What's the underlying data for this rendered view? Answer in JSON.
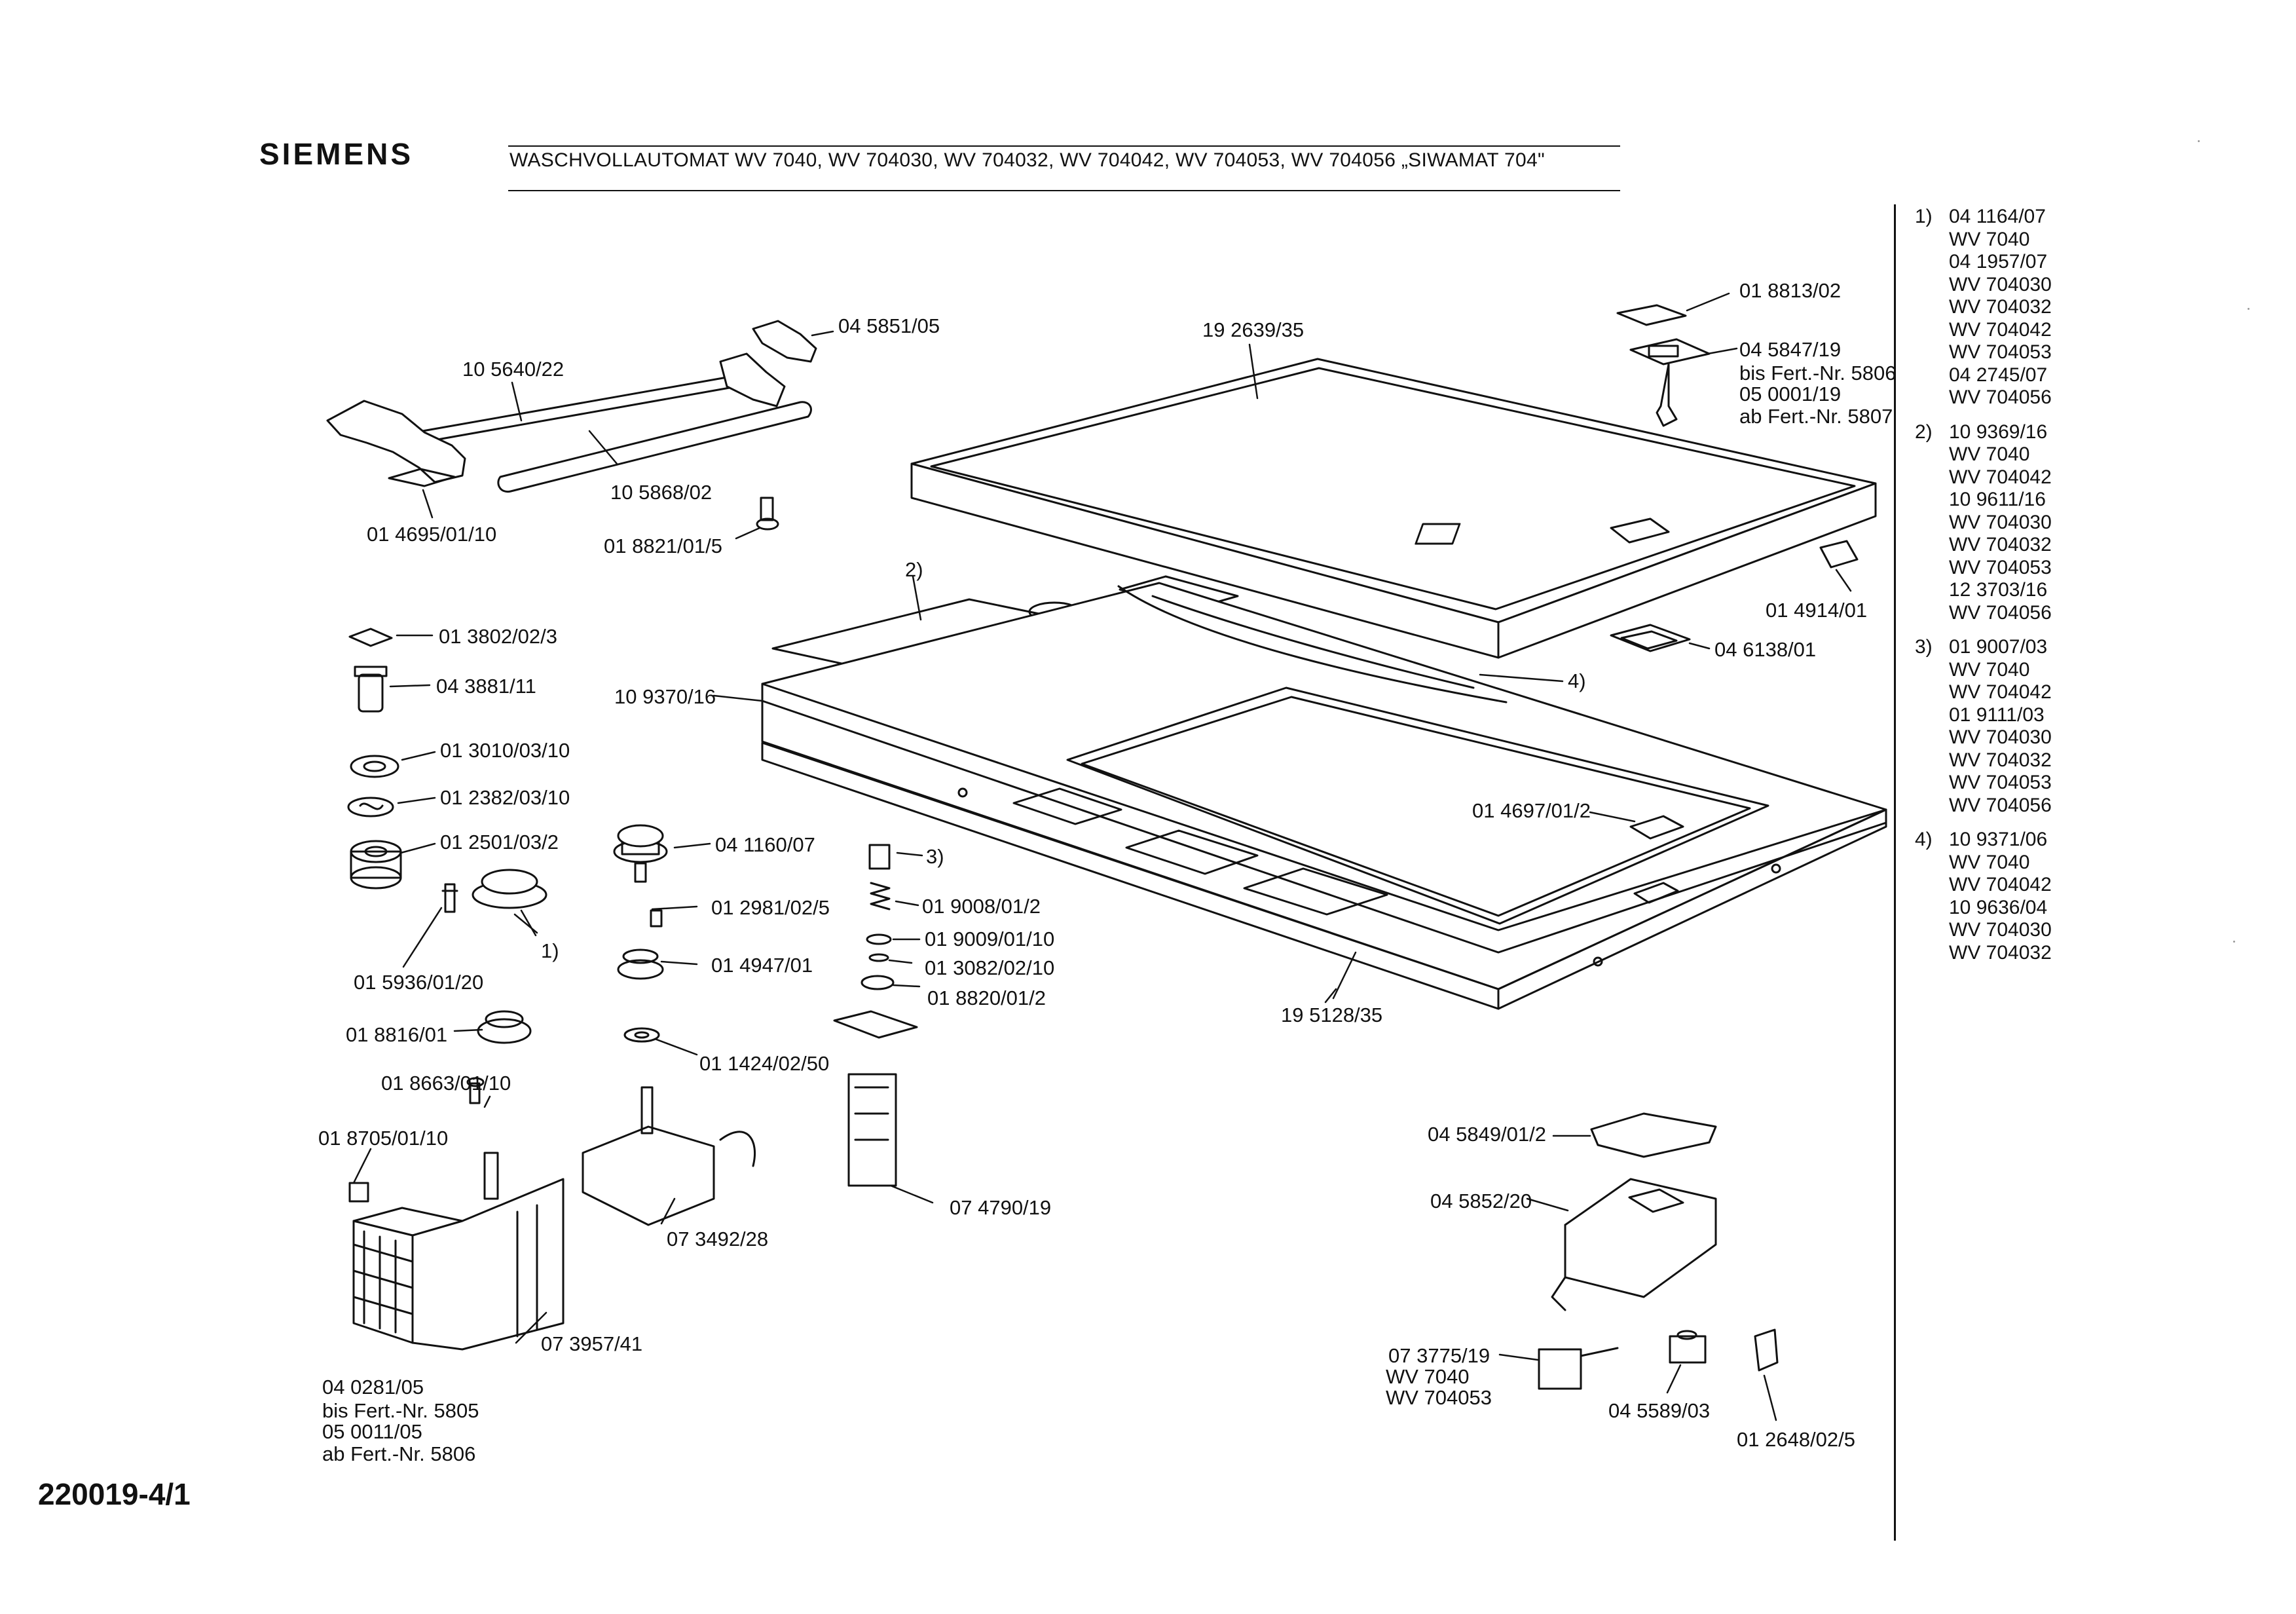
{
  "header": {
    "brand": "SIEMENS",
    "title": "WASCHVOLLAUTOMAT  WV 7040, WV 704030, WV 704032, WV 704042, WV 704053, WV 704056 „SIWAMAT  704\""
  },
  "sheet_id": "220019-4/1",
  "callouts": {
    "c_045851_05": "04 5851/05",
    "c_105640_22": "10 5640/22",
    "c_105868_02": "10 5868/02",
    "c_014695_01_10": "01 4695/01/10",
    "c_018821_01_5": "01 8821/01/5",
    "c_192639_35": "19 2639/35",
    "c_018813_02": "01 8813/02",
    "c_045847_19": "04 5847/19",
    "c_bis_5806": "bis Fert.-Nr. 5806",
    "c_050001_19": "05 0001/19",
    "c_ab_5807": "ab Fert.-Nr. 5807",
    "c_013802_02_3": "01 3802/02/3",
    "c_043881_11": "04 3881/11",
    "c_013010_03_10": "01 3010/03/10",
    "c_012382_03_10": "01 2382/03/10",
    "c_012501_03_2": "01 2501/03/2",
    "c_109370_16": "10 9370/16",
    "c_ref2": "2)",
    "c_ref4": "4)",
    "c_ref3": "3)",
    "c_ref1": "1)",
    "c_014914_01": "01 4914/01",
    "c_046138_01": "04 6138/01",
    "c_014697_01_2": "01 4697/01/2",
    "c_041160_07": "04 1160/07",
    "c_012981_02_5": "01 2981/02/5",
    "c_019008_01_2": "01 9008/01/2",
    "c_019009_01_10": "01 9009/01/10",
    "c_013082_02_10": "01 3082/02/10",
    "c_018820_01_2": "01 8820/01/2",
    "c_015936_01_20": "01 5936/01/20",
    "c_014947_01": "01 4947/01",
    "c_018816_01": "01 8816/01",
    "c_011424_02_50": "01 1424/02/50",
    "c_195128_35": "19 5128/35",
    "c_018663_01_10": "01 8663/01/10",
    "c_018705_01_10": "01 8705/01/10",
    "c_073492_28": "07 3492/28",
    "c_074790_19": "07 4790/19",
    "c_045849_01_2": "04 5849/01/2",
    "c_045852_20": "04 5852/20",
    "c_073957_41": "07 3957/41",
    "c_040281_05": "04 0281/05",
    "c_bis_5805": "bis Fert.-Nr. 5805",
    "c_050011_05": "05 0011/05",
    "c_ab_5806": "ab Fert.-Nr. 5806",
    "c_073775_19": "07 3775/19",
    "c_wv7040": "WV 7040",
    "c_wv704053": "WV 704053",
    "c_045589_03": "04 5589/03",
    "c_012648_02_5": "01 2648/02/5"
  },
  "notes": [
    {
      "num": "1)",
      "lines": [
        "04 1164/07",
        "WV 7040",
        "04 1957/07",
        "WV 704030",
        "WV 704032",
        "WV 704042",
        "WV 704053",
        "04 2745/07",
        "WV 704056"
      ]
    },
    {
      "num": "2)",
      "lines": [
        "10 9369/16",
        "WV 7040",
        "WV 704042",
        "10 9611/16",
        "WV 704030",
        "WV 704032",
        "WV 704053",
        "12 3703/16",
        "WV 704056"
      ]
    },
    {
      "num": "3)",
      "lines": [
        "01 9007/03",
        "WV 7040",
        "WV 704042",
        "01 9111/03",
        "WV 704030",
        "WV 704032",
        "WV 704053",
        "WV 704056"
      ]
    },
    {
      "num": "4)",
      "lines": [
        "10 9371/06",
        "WV 7040",
        "WV 704042",
        "10 9636/04",
        "WV 704030",
        "WV 704032"
      ]
    }
  ]
}
